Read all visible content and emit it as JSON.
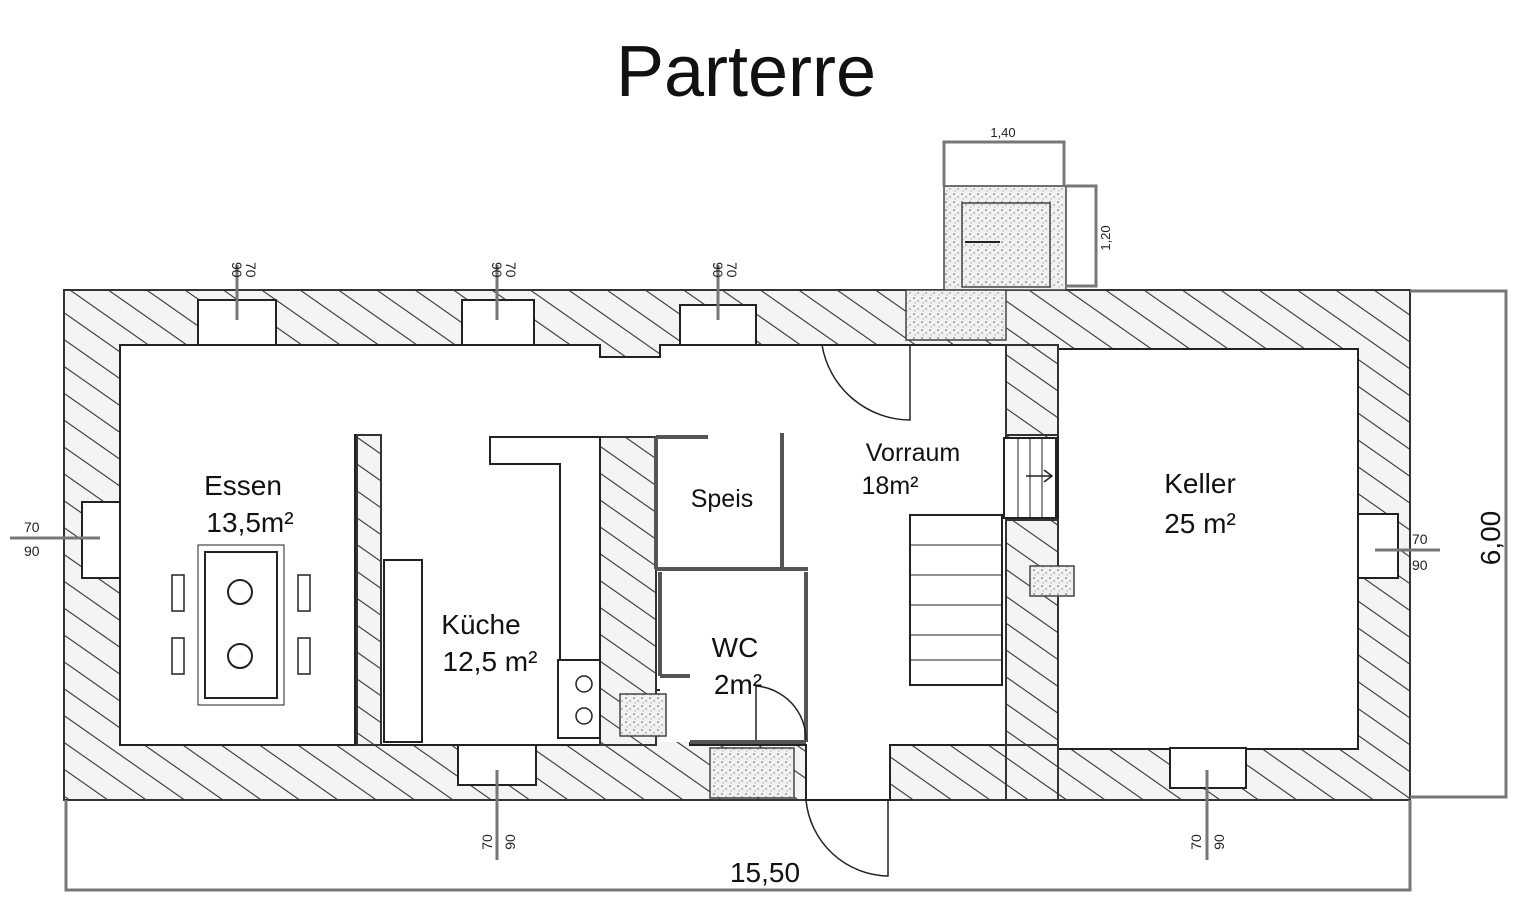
{
  "title": "Parterre",
  "rooms": [
    {
      "name": "Essen",
      "area": "13,5m²"
    },
    {
      "name": "Küche",
      "area": "12,5 m²"
    },
    {
      "name": "Speis",
      "area": ""
    },
    {
      "name": "WC",
      "area": "2m²"
    },
    {
      "name": "Vorraum",
      "area": "18m²"
    },
    {
      "name": "Keller",
      "area": "25 m²"
    }
  ],
  "dimensions": {
    "total_width": "15,50",
    "total_depth": "6,00",
    "chimney_width": "1,40",
    "chimney_depth": "1,20"
  },
  "window_labels": {
    "sill": "70",
    "head": "90"
  }
}
